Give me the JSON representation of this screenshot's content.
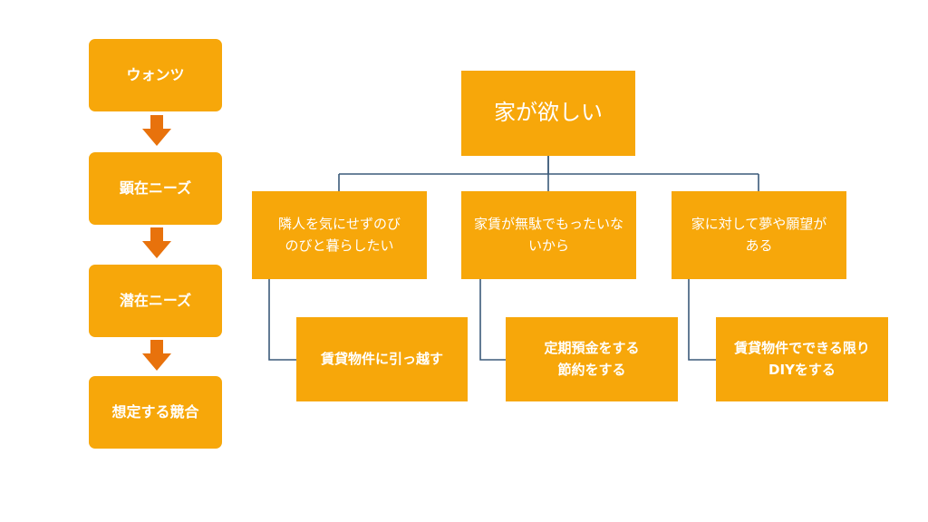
{
  "flow": [
    {
      "label": "ウォンツ"
    },
    {
      "label": "顕在ニーズ"
    },
    {
      "label": "潜在ニーズ"
    },
    {
      "label": "想定する競合"
    }
  ],
  "tree": {
    "root": "家が欲しい",
    "reasons": [
      {
        "line1": "隣人を気にせずのび",
        "line2": "のびと暮らしたい",
        "action_line1": "賃貸物件に引っ越す",
        "action_line2": ""
      },
      {
        "line1": "家賃が無駄でもったいな",
        "line2": "いから",
        "action_line1": "定期預金をする",
        "action_line2": "節約をする"
      },
      {
        "line1": "家に対して夢や願望が",
        "line2": "ある",
        "action_line1": "賃貸物件でできる限り",
        "action_line2": "DIYをする"
      }
    ]
  },
  "colors": {
    "box": "#F7A70A",
    "arrow": "#E8720C",
    "connector": "#3B5A7A",
    "text": "#FFFFFF"
  }
}
